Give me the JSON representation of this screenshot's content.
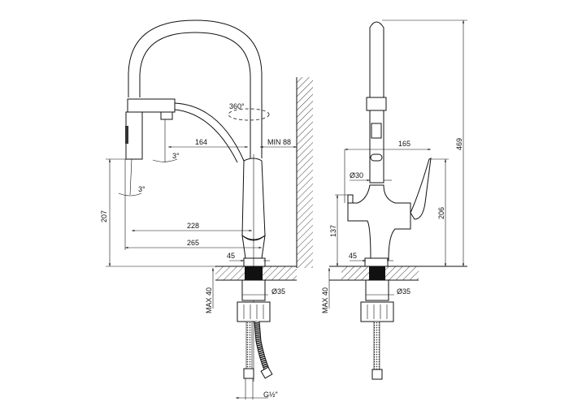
{
  "side_view": {
    "rotation_label": "360°",
    "angle_label_1": "3°",
    "angle_label_2": "3°",
    "dim_spout_reach": "164",
    "dim_wall_clearance": "MIN 88",
    "dim_height": "207",
    "dim_reach_228": "228",
    "dim_reach_265": "265",
    "dim_base": "45",
    "dim_thread_dia": "Ø35",
    "dim_max_counter": "MAX 40",
    "dim_hose_thread": "G½\""
  },
  "front_view": {
    "dim_width": "165",
    "dim_tube_dia": "Ø30",
    "dim_total_height": "469",
    "dim_handle_height": "206",
    "dim_outlet_height": "137",
    "dim_base": "45",
    "dim_thread_dia": "Ø35",
    "dim_max_counter": "MAX 40"
  }
}
